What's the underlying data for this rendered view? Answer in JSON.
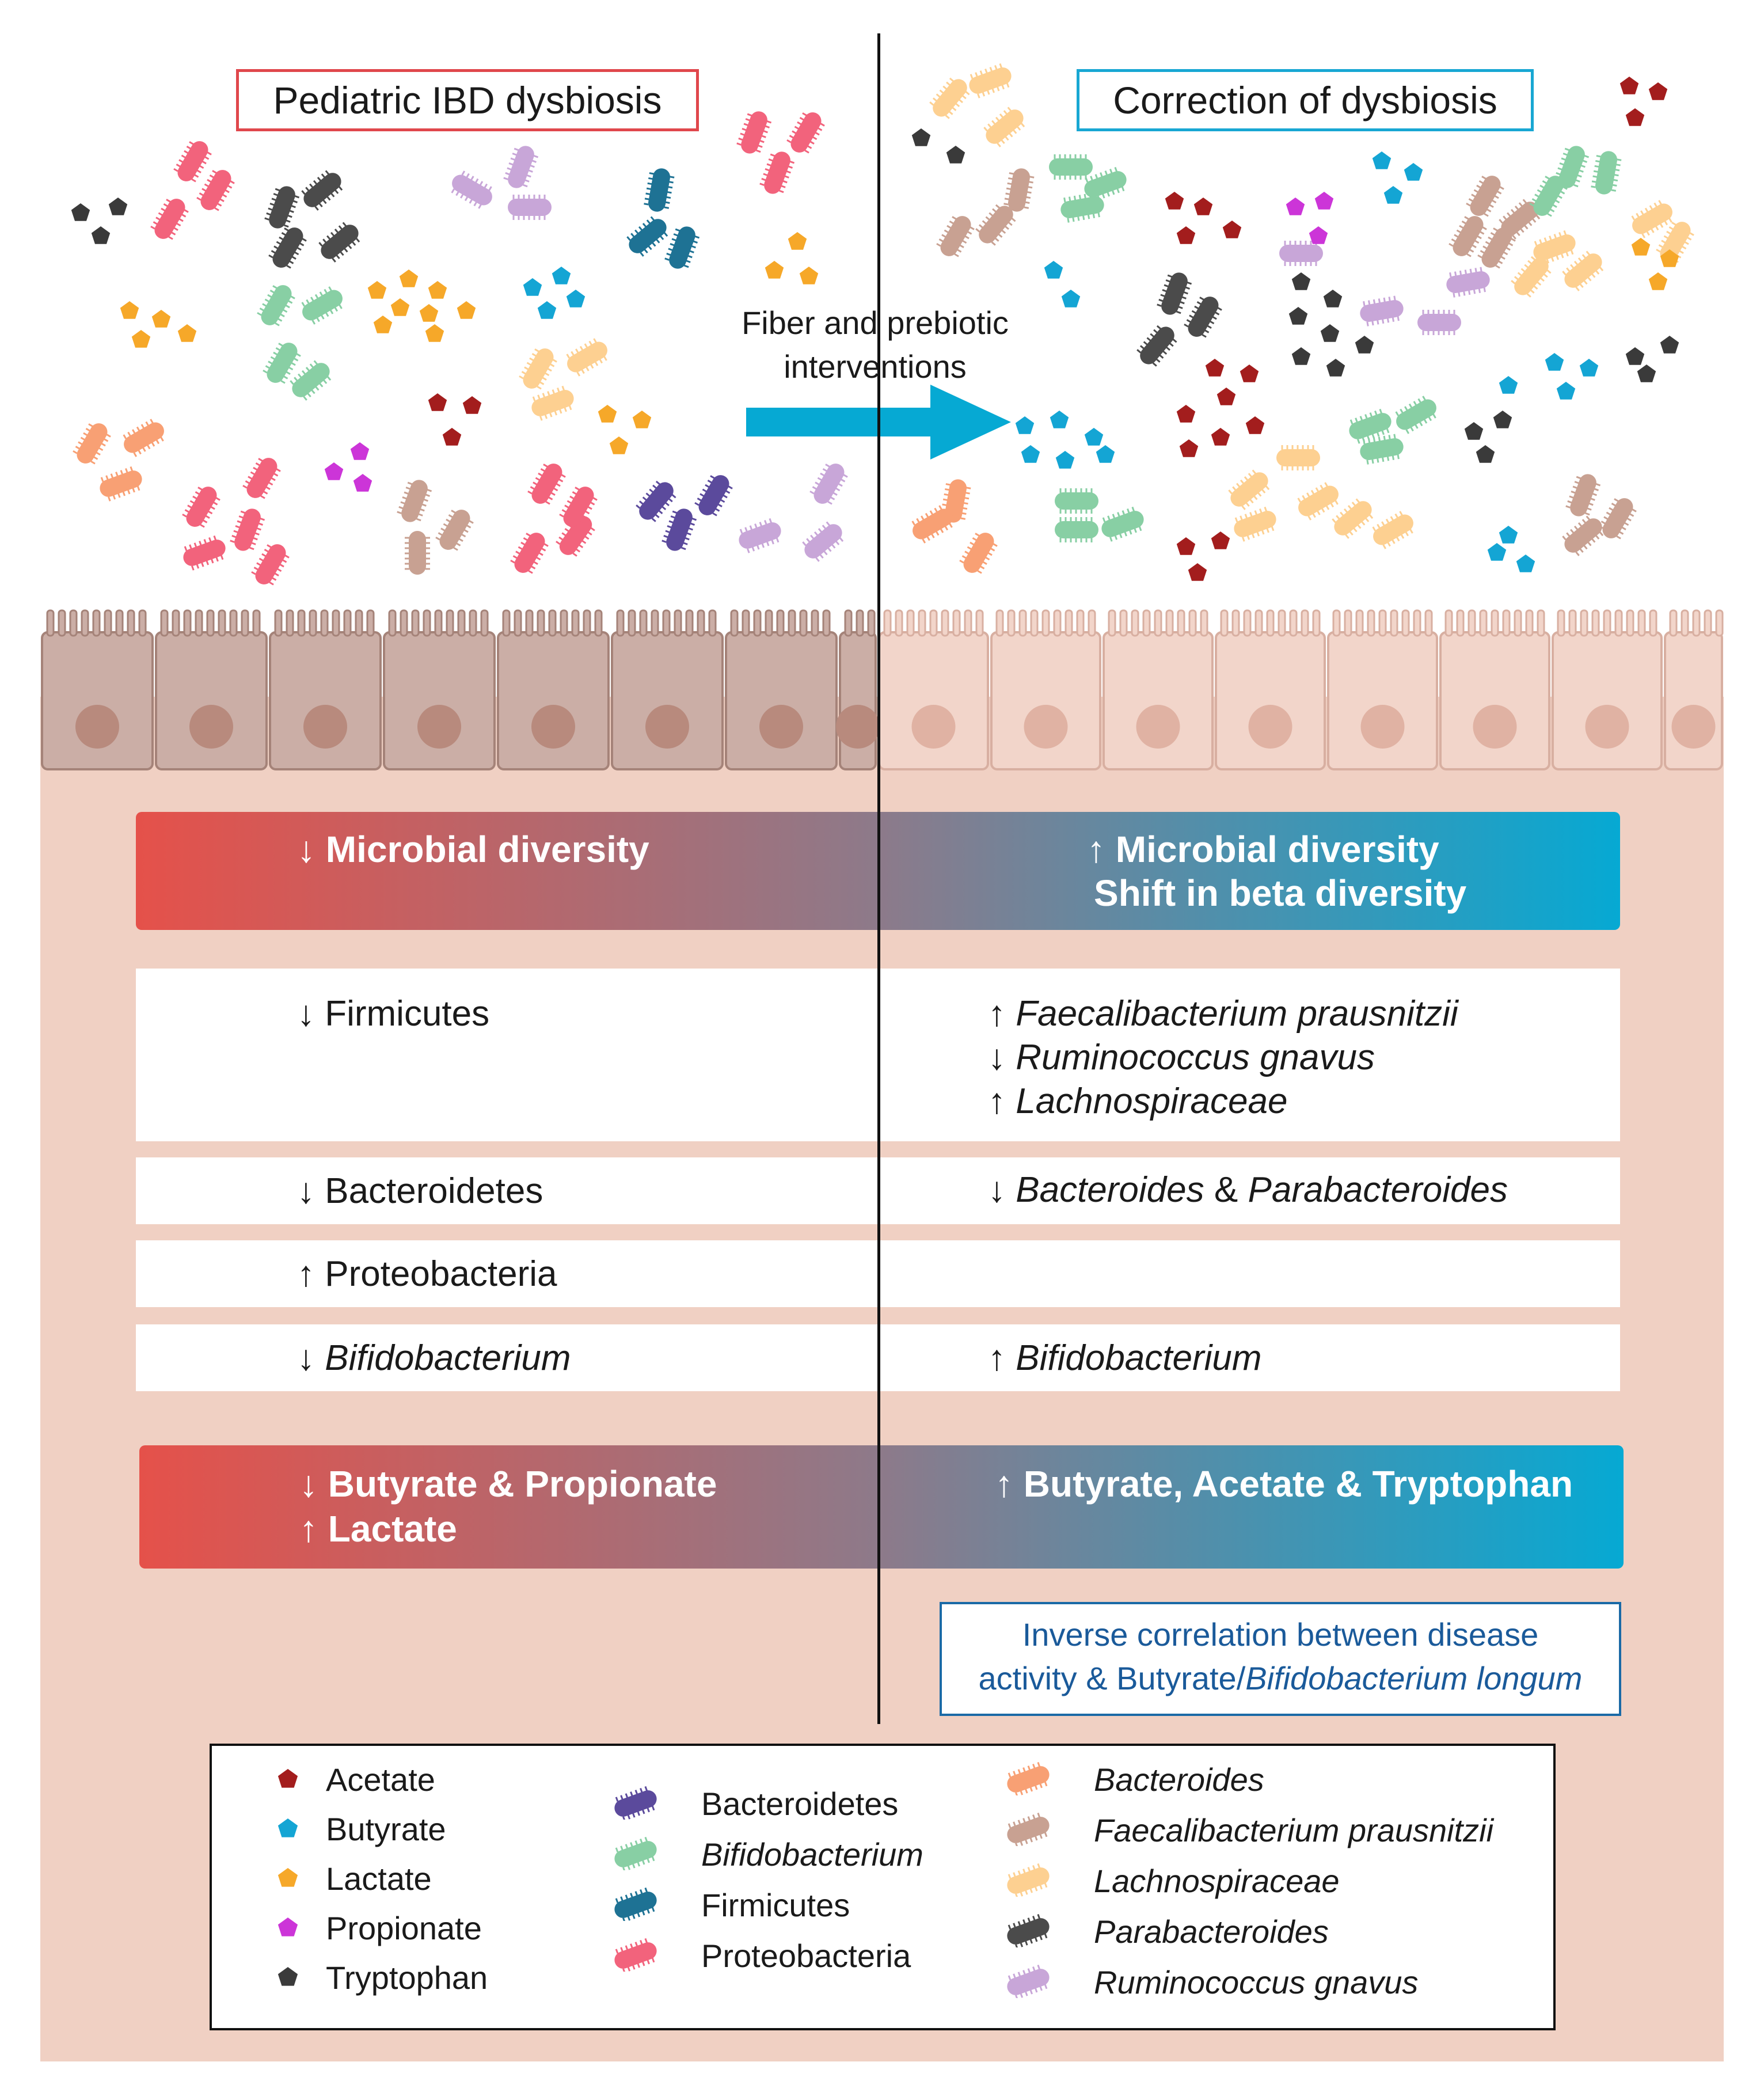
{
  "left_title": "Pediatric IBD dysbiosis",
  "right_title": "Correction of dysbiosis",
  "intervention": [
    "Fiber and prebiotic",
    "interventions"
  ],
  "diversity": {
    "left": "↓ Microbial diversity",
    "right": [
      "↑ Microbial diversity",
      "Shift in beta diversity"
    ]
  },
  "rows": {
    "firmicutes": {
      "left": "↓ Firmicutes",
      "right": [
        {
          "arrow": "↑",
          "taxon": "Faecalibacterium prausnitzii"
        },
        {
          "arrow": "↓",
          "taxon": "Ruminococcus gnavus"
        },
        {
          "arrow": "↑",
          "taxon": "Lachnospiraceae"
        }
      ]
    },
    "bacteroidetes": {
      "left": "↓ Bacteroidetes",
      "right_arrow": "↓",
      "right_taxon_a": "Bacteroides",
      "right_amp": "&",
      "right_taxon_b": "Parabacteroides"
    },
    "proteobacteria": {
      "left": "↑ Proteobacteria"
    },
    "bifido": {
      "left_arrow": "↓",
      "left_taxon": "Bifidobacterium",
      "right_arrow": "↑",
      "right_taxon": "Bifidobacterium"
    }
  },
  "metabolites": {
    "left": [
      "↓ Butyrate & Propionate",
      "↑ Lactate"
    ],
    "right": "↑ Butyrate, Acetate & Tryptophan"
  },
  "correlation": {
    "line1": "Inverse correlation between disease",
    "line2_prefix": "activity & Butyrate/",
    "line2_italic": "Bifidobacterium longum"
  },
  "legend": {
    "metabolites": [
      {
        "label": "Acetate",
        "color": "#a31d1d"
      },
      {
        "label": "Butyrate",
        "color": "#14a5d4"
      },
      {
        "label": "Lactate",
        "color": "#f6a829"
      },
      {
        "label": "Propionate",
        "color": "#cc35d8"
      },
      {
        "label": "Tryptophan",
        "color": "#3a3a3a"
      }
    ],
    "phyla": [
      {
        "label": "Bacteroidetes",
        "color": "#5b4a9c",
        "italic": false
      },
      {
        "label": "Bifidobacterium",
        "color": "#88cfa4",
        "italic": true
      },
      {
        "label": "Firmicutes",
        "color": "#1e7294",
        "italic": false
      },
      {
        "label": "Proteobacteria",
        "color": "#f2637c",
        "italic": false
      }
    ],
    "genera": [
      {
        "label": "Bacteroides",
        "color": "#f8a074",
        "italic": true
      },
      {
        "label": "Faecalibacterium prausnitzii",
        "color": "#c8a192",
        "italic": true
      },
      {
        "label": "Lachnospiraceae",
        "color": "#fdd091",
        "italic": true
      },
      {
        "label": "Parabacteroides",
        "color": "#4b4b4b",
        "italic": true
      },
      {
        "label": "Ruminococcus gnavus",
        "color": "#c8a6d8",
        "italic": true
      }
    ]
  },
  "colors": {
    "tissue": "#f0d0c3",
    "cell_dysbiosis": "#cbaea6",
    "cell_healthy": "#f2d5ca",
    "band_red": "#e5514a",
    "band_blue": "#06a9d3",
    "arrow": "#06a9d3"
  }
}
